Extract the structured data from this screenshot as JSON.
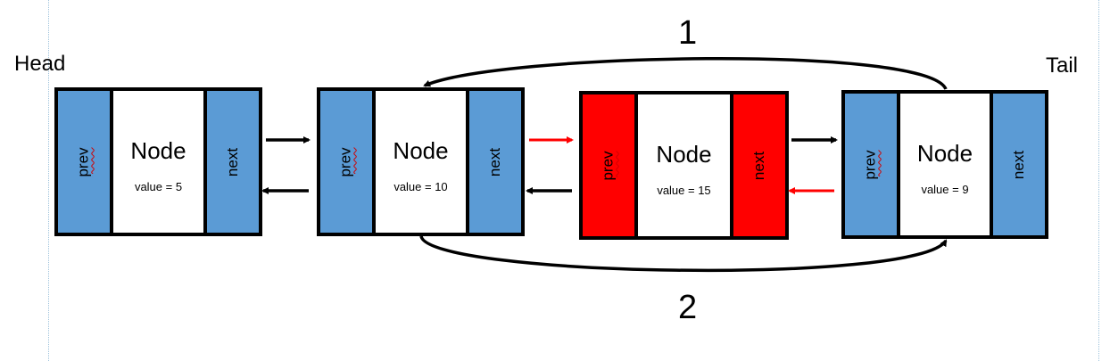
{
  "labels": {
    "head": "Head",
    "tail": "Tail"
  },
  "steps": {
    "one": "1",
    "two": "2"
  },
  "colors": {
    "normal": "#5b9bd5",
    "highlight": "#ff0000",
    "arrow_normal": "#000000",
    "arrow_highlight": "#ff0000"
  },
  "nodes": [
    {
      "prev": "prev",
      "title": "Node",
      "value": "value = 5",
      "next": "next",
      "highlighted": false
    },
    {
      "prev": "prev",
      "title": "Node",
      "value": "value = 10",
      "next": "next",
      "highlighted": false
    },
    {
      "prev": "prev",
      "title": "Node",
      "value": "value = 15",
      "next": "next",
      "highlighted": true
    },
    {
      "prev": "prev",
      "title": "Node",
      "value": "value = 9",
      "next": "next",
      "highlighted": false
    }
  ]
}
